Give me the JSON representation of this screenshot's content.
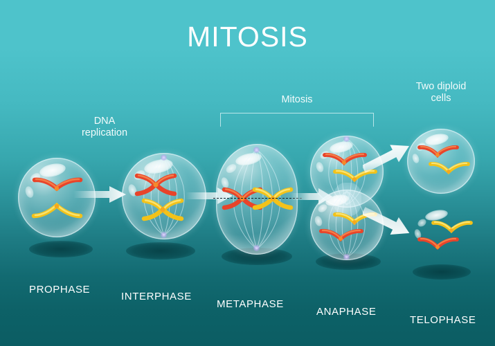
{
  "title": "MITOSIS",
  "colors": {
    "background_top": "#4ec3cb",
    "background_bottom": "#0b5d63",
    "text": "#ffffff",
    "chromosome_red": "#e8442a",
    "chromosome_red_light": "#f57b48",
    "chromosome_yellow": "#f2c21a",
    "chromosome_yellow_light": "#fbe77a",
    "cell_membrane": "#d9f2f7",
    "arrow": "#ffffff",
    "bracket": "#cfeff1",
    "equator_line": "#10222a"
  },
  "annotations": [
    {
      "id": "dna-replication",
      "text": "DNA\nreplication"
    },
    {
      "id": "mitosis-bracket",
      "text": "Mitosis"
    },
    {
      "id": "two-diploid-cells",
      "text": "Two diploid\ncells"
    }
  ],
  "phases": [
    {
      "id": "prophase",
      "label": "PROPHASE",
      "chromosome_shape": "v-shaped single",
      "chromosomes": [
        "red",
        "yellow"
      ]
    },
    {
      "id": "interphase",
      "label": "INTERPHASE",
      "chromosome_shape": "x-shaped duplicated",
      "chromosomes": [
        "red",
        "yellow"
      ]
    },
    {
      "id": "metaphase",
      "label": "METAPHASE",
      "chromosome_shape": "x-shaped aligned at equator",
      "chromosomes": [
        "red",
        "yellow"
      ]
    },
    {
      "id": "anaphase",
      "label": "ANAPHASE",
      "chromosome_shape": "v-shaped separating",
      "chromosomes": [
        "red",
        "yellow",
        "red",
        "yellow"
      ]
    },
    {
      "id": "telophase",
      "label": "TELOPHASE",
      "chromosome_shape": "v-shaped in daughter cells",
      "chromosomes": [
        "red",
        "yellow",
        "yellow",
        "red"
      ]
    }
  ]
}
